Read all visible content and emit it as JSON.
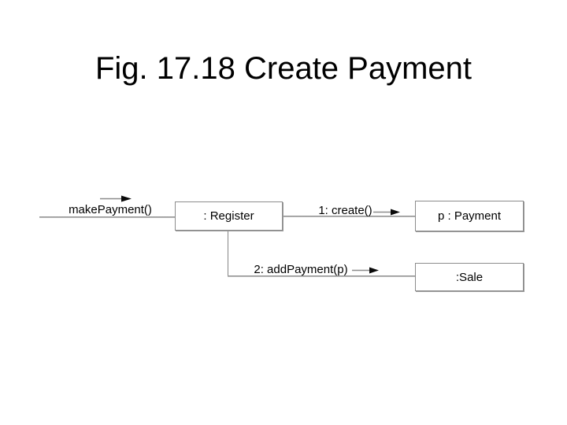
{
  "colors": {
    "background": "#ffffff",
    "text": "#000000",
    "link_line": "#8c8c8c",
    "arrow_head": "#000000"
  },
  "slide": {
    "title": "Fig. 17.18 Create Payment"
  },
  "diagram": {
    "type": "uml-communication-diagram",
    "objects": [
      {
        "label": ": Register"
      },
      {
        "label": "p : Payment"
      },
      {
        "label": ":Sale"
      }
    ],
    "messages": [
      {
        "label": "makePayment()",
        "to": ": Register"
      },
      {
        "label": "1: create()",
        "from": ": Register",
        "to": "p : Payment"
      },
      {
        "label": "2: addPayment(p)",
        "from": ": Register",
        "to": ":Sale"
      }
    ]
  }
}
